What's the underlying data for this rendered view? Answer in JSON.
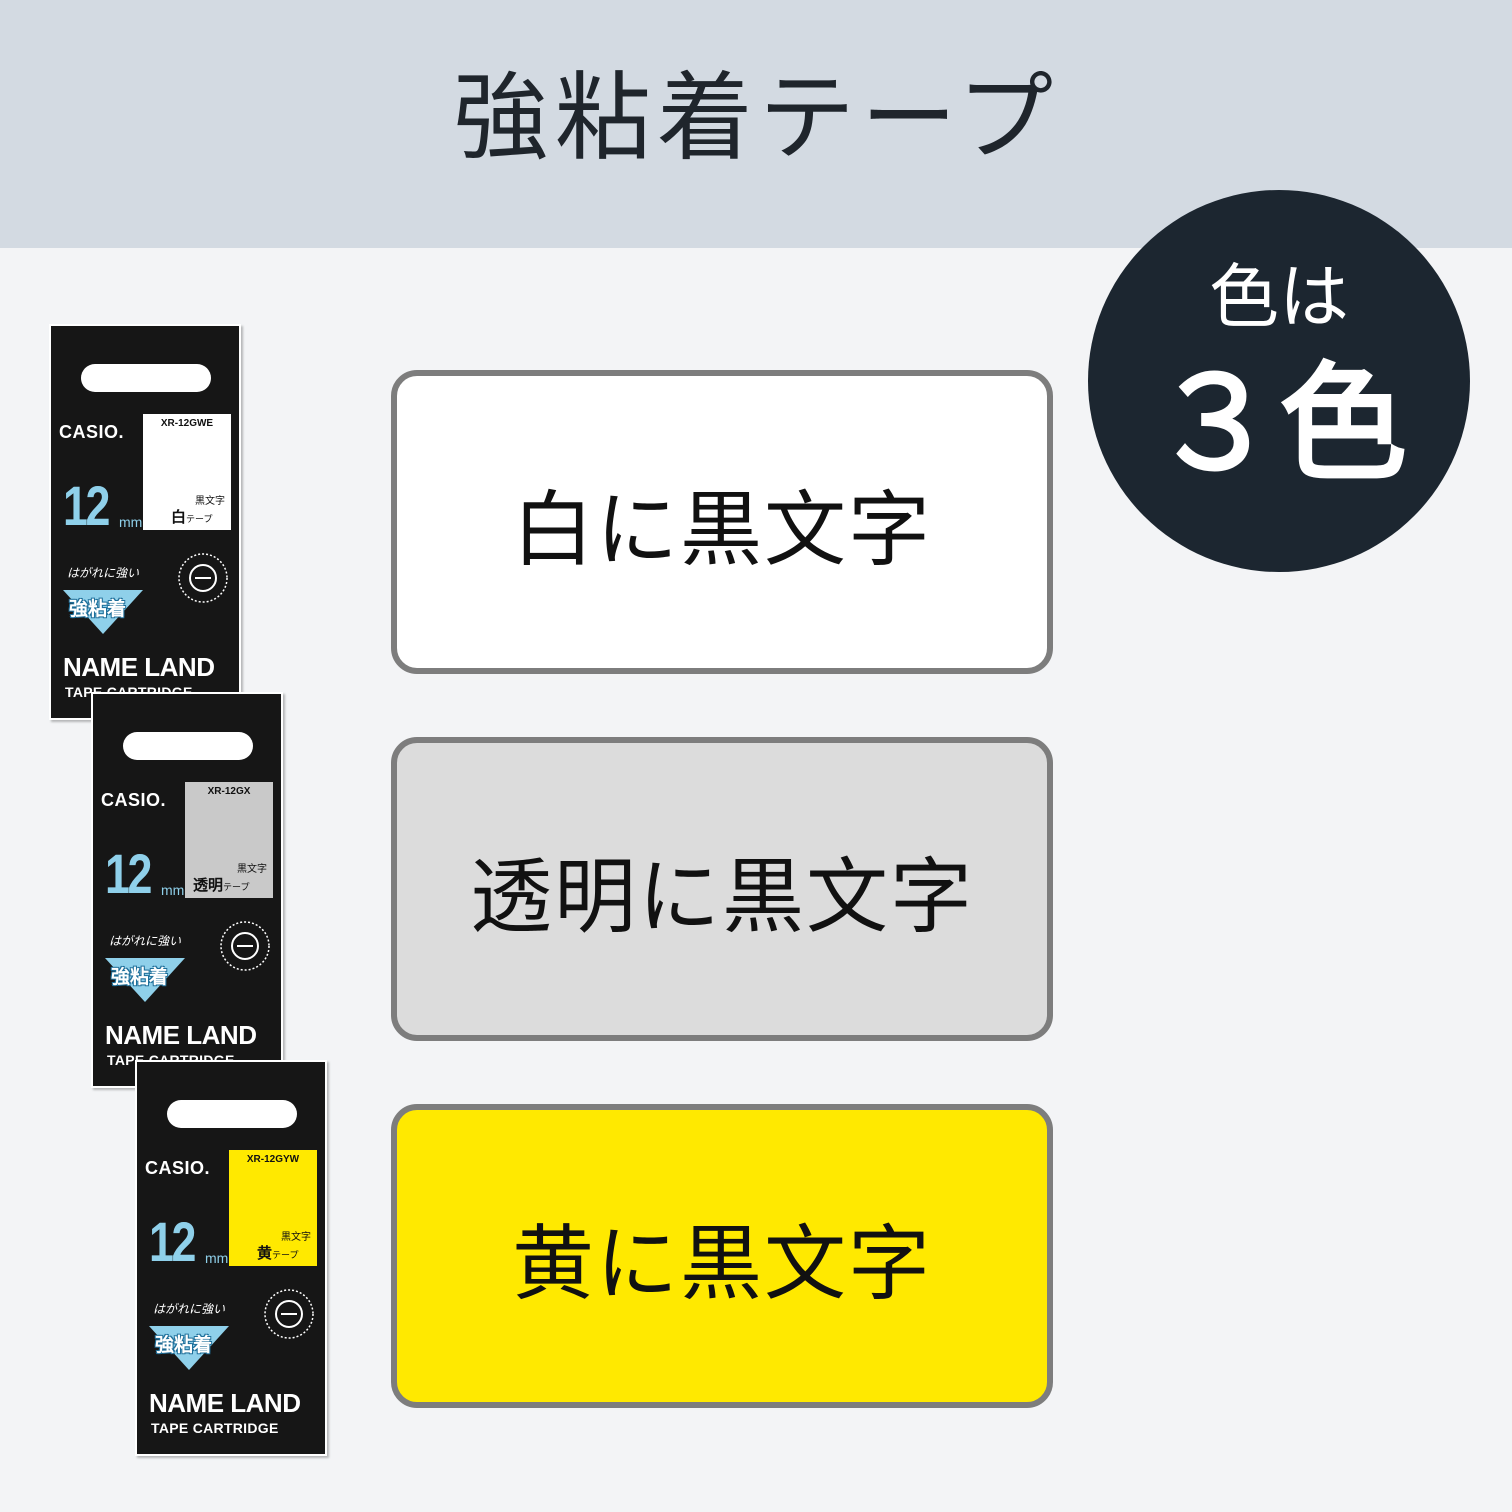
{
  "header": {
    "title": "強粘着テープ"
  },
  "badge": {
    "line1": "色は",
    "line2": "３色"
  },
  "swatches": [
    {
      "label": "白に黒文字",
      "color": "#ffffff"
    },
    {
      "label": "透明に黒文字",
      "color": "#dcdcdc"
    },
    {
      "label": "黄に黒文字",
      "color": "#ffe900"
    }
  ],
  "packages": [
    {
      "brand": "CASIO.",
      "model": "XR-12GWE",
      "char_text": "黒文字",
      "tape_name": "白",
      "tape_suffix": "テープ",
      "size": "12",
      "unit": "mm",
      "peel_text": "はがれに強い",
      "strong_text": "強粘着",
      "product_name": "NAME LAND",
      "product_sub": "TAPE CARTRIDGE",
      "label_color": "#ffffff"
    },
    {
      "brand": "CASIO.",
      "model": "XR-12GX",
      "char_text": "黒文字",
      "tape_name": "透明",
      "tape_suffix": "テープ",
      "size": "12",
      "unit": "mm",
      "peel_text": "はがれに強い",
      "strong_text": "強粘着",
      "product_name": "NAME LAND",
      "product_sub": "TAPE CARTRIDGE",
      "label_color": "#c9c9c9"
    },
    {
      "brand": "CASIO.",
      "model": "XR-12GYW",
      "char_text": "黒文字",
      "tape_name": "黄",
      "tape_suffix": "テープ",
      "size": "12",
      "unit": "mm",
      "peel_text": "はがれに強い",
      "strong_text": "強粘着",
      "product_name": "NAME LAND",
      "product_sub": "TAPE CARTRIDGE",
      "label_color": "#ffe900"
    }
  ]
}
